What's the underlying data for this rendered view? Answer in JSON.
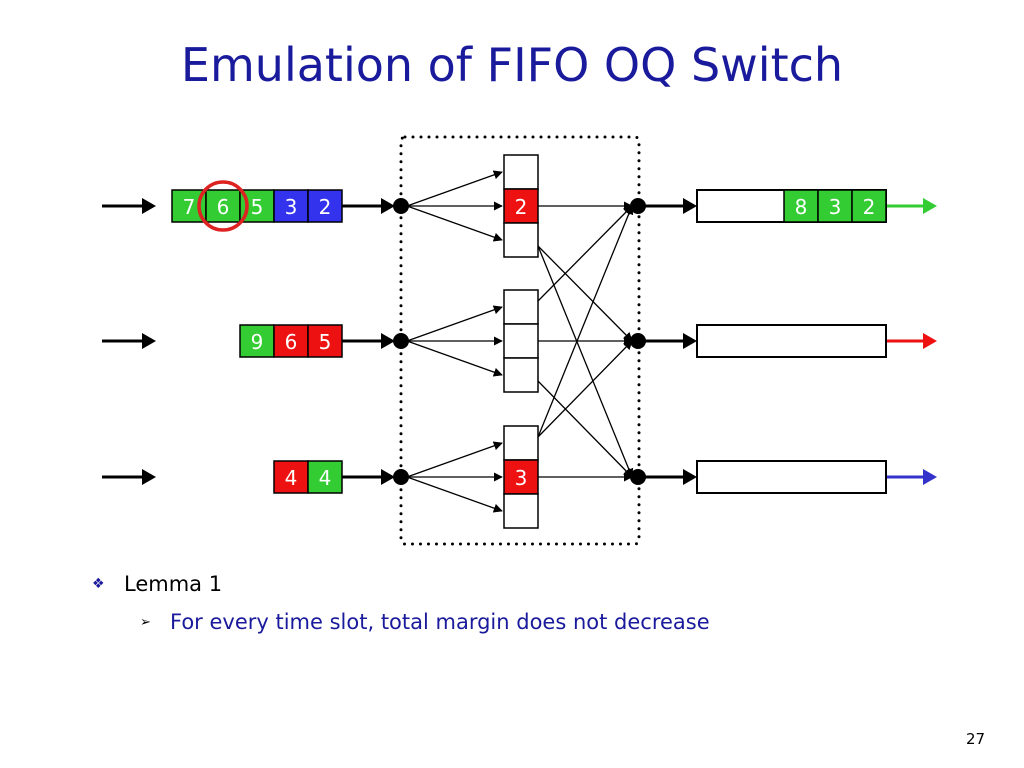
{
  "slide": {
    "title": "Emulation of FIFO OQ Switch",
    "page_number": "27"
  },
  "bullets": [
    {
      "marker": "❖",
      "text": "Lemma 1",
      "level": 1
    },
    {
      "marker": "➢",
      "text": "For every time slot, total margin does not decrease",
      "level": 2
    }
  ],
  "colors": {
    "title": "#1a1a9c",
    "green": "#33cc33",
    "blue": "#3333ee",
    "red": "#ee1111",
    "circle": "#dd2222",
    "out_green": "#33cc33",
    "out_red": "#ee1111",
    "out_blue": "#3333cc"
  },
  "input_queues": [
    {
      "cells": [
        {
          "label": "7",
          "color": "green"
        },
        {
          "label": "6",
          "color": "green"
        },
        {
          "label": "5",
          "color": "green"
        },
        {
          "label": "3",
          "color": "blue"
        },
        {
          "label": "2",
          "color": "blue"
        }
      ],
      "highlighted": "6"
    },
    {
      "cells": [
        {
          "label": "9",
          "color": "green"
        },
        {
          "label": "6",
          "color": "red"
        },
        {
          "label": "5",
          "color": "red"
        }
      ]
    },
    {
      "cells": [
        {
          "label": "4",
          "color": "red"
        },
        {
          "label": "4",
          "color": "green"
        }
      ]
    }
  ],
  "middle_buffers": [
    {
      "slots": [
        {
          "label": ""
        },
        {
          "label": "2",
          "color": "red"
        },
        {
          "label": ""
        }
      ]
    },
    {
      "slots": [
        {
          "label": ""
        },
        {
          "label": ""
        },
        {
          "label": ""
        }
      ]
    },
    {
      "slots": [
        {
          "label": ""
        },
        {
          "label": "3",
          "color": "red"
        },
        {
          "label": ""
        }
      ]
    }
  ],
  "output_queues": [
    {
      "cells": [
        {
          "label": "8",
          "color": "green"
        },
        {
          "label": "3",
          "color": "green"
        },
        {
          "label": "2",
          "color": "green"
        }
      ],
      "arrow_color": "out_green"
    },
    {
      "cells": [],
      "arrow_color": "out_red"
    },
    {
      "cells": [],
      "arrow_color": "out_blue"
    }
  ]
}
